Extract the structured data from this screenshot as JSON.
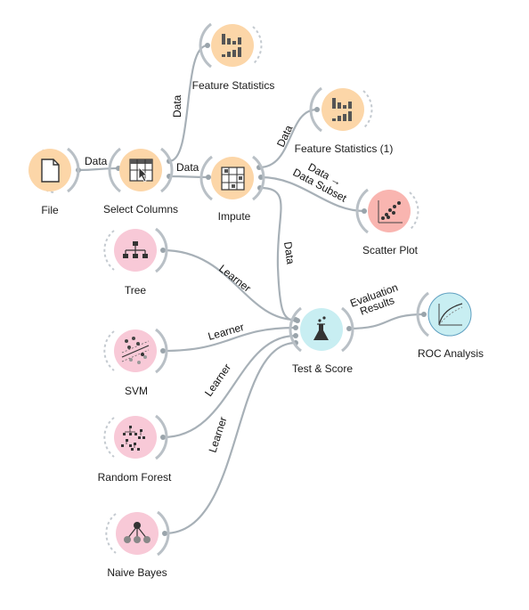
{
  "nodes": [
    {
      "id": "file",
      "label": "File",
      "icon": "file-icon",
      "color": "#fcd6a8"
    },
    {
      "id": "select-columns",
      "label": "Select Columns",
      "icon": "select-columns-icon",
      "color": "#fcd6a8"
    },
    {
      "id": "feature-statistics",
      "label": "Feature Statistics",
      "icon": "feature-statistics-icon",
      "color": "#fcd6a8"
    },
    {
      "id": "impute",
      "label": "Impute",
      "icon": "impute-icon",
      "color": "#fcd6a8"
    },
    {
      "id": "feature-statistics-1",
      "label": "Feature Statistics (1)",
      "icon": "feature-statistics-icon",
      "color": "#fcd6a8"
    },
    {
      "id": "scatter-plot",
      "label": "Scatter Plot",
      "icon": "scatter-plot-icon",
      "color": "#f9b5b0"
    },
    {
      "id": "tree",
      "label": "Tree",
      "icon": "tree-icon",
      "color": "#f8c9d7"
    },
    {
      "id": "svm",
      "label": "SVM",
      "icon": "svm-icon",
      "color": "#f8c9d7"
    },
    {
      "id": "random-forest",
      "label": "Random Forest",
      "icon": "random-forest-icon",
      "color": "#f8c9d7"
    },
    {
      "id": "naive-bayes",
      "label": "Naive Bayes",
      "icon": "naive-bayes-icon",
      "color": "#f8c9d7"
    },
    {
      "id": "test-score",
      "label": "Test & Score",
      "icon": "test-score-icon",
      "color": "#c8eef2"
    },
    {
      "id": "roc-analysis",
      "label": "ROC Analysis",
      "icon": "roc-analysis-icon",
      "color": "#c8eef2"
    }
  ],
  "links": [
    {
      "id": "file-to-select-columns",
      "label": "Data"
    },
    {
      "id": "select-columns-to-feature-statistics",
      "label": "Data"
    },
    {
      "id": "select-columns-to-impute",
      "label": "Data"
    },
    {
      "id": "impute-to-feature-statistics-1",
      "label": "Data"
    },
    {
      "id": "impute-to-scatter-plot",
      "label": "Data →",
      "label2": "Data Subset"
    },
    {
      "id": "impute-to-test-score",
      "label": "Data"
    },
    {
      "id": "tree-to-test-score",
      "label": "Learner"
    },
    {
      "id": "svm-to-test-score",
      "label": "Learner"
    },
    {
      "id": "random-forest-to-test-score",
      "label": "Learner"
    },
    {
      "id": "naive-bayes-to-test-score",
      "label": "Learner"
    },
    {
      "id": "test-score-to-roc-analysis",
      "label": "Evaluation",
      "label2": "Results"
    }
  ]
}
